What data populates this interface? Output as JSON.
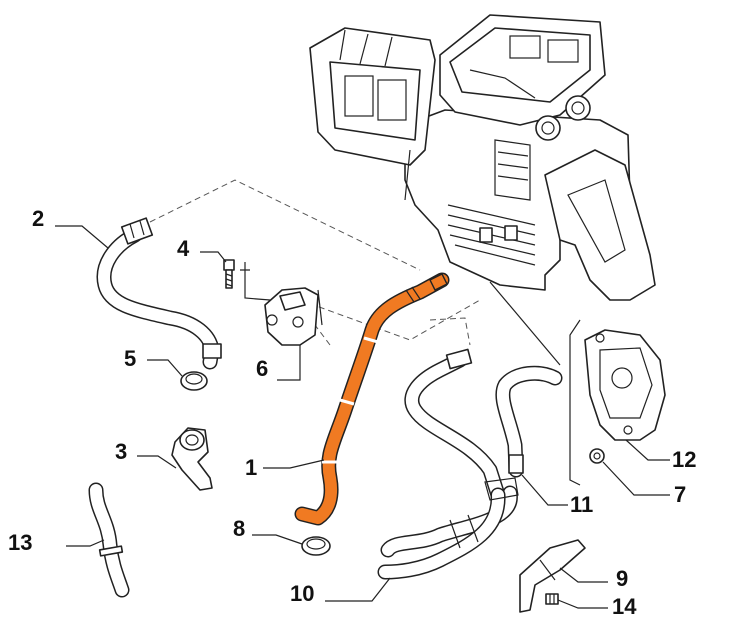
{
  "diagram": {
    "callouts": [
      {
        "id": "c1",
        "label": "1"
      },
      {
        "id": "c2",
        "label": "2"
      },
      {
        "id": "c3",
        "label": "3"
      },
      {
        "id": "c4",
        "label": "4"
      },
      {
        "id": "c5",
        "label": "5"
      },
      {
        "id": "c6",
        "label": "6"
      },
      {
        "id": "c7",
        "label": "7"
      },
      {
        "id": "c8",
        "label": "8"
      },
      {
        "id": "c9",
        "label": "9"
      },
      {
        "id": "c10",
        "label": "10"
      },
      {
        "id": "c11",
        "label": "11"
      },
      {
        "id": "c12",
        "label": "12"
      },
      {
        "id": "c13",
        "label": "13"
      },
      {
        "id": "c14",
        "label": "14"
      }
    ],
    "colors": {
      "highlight_hose": "#f07a22",
      "line": "#222222",
      "background": "#ffffff"
    }
  }
}
